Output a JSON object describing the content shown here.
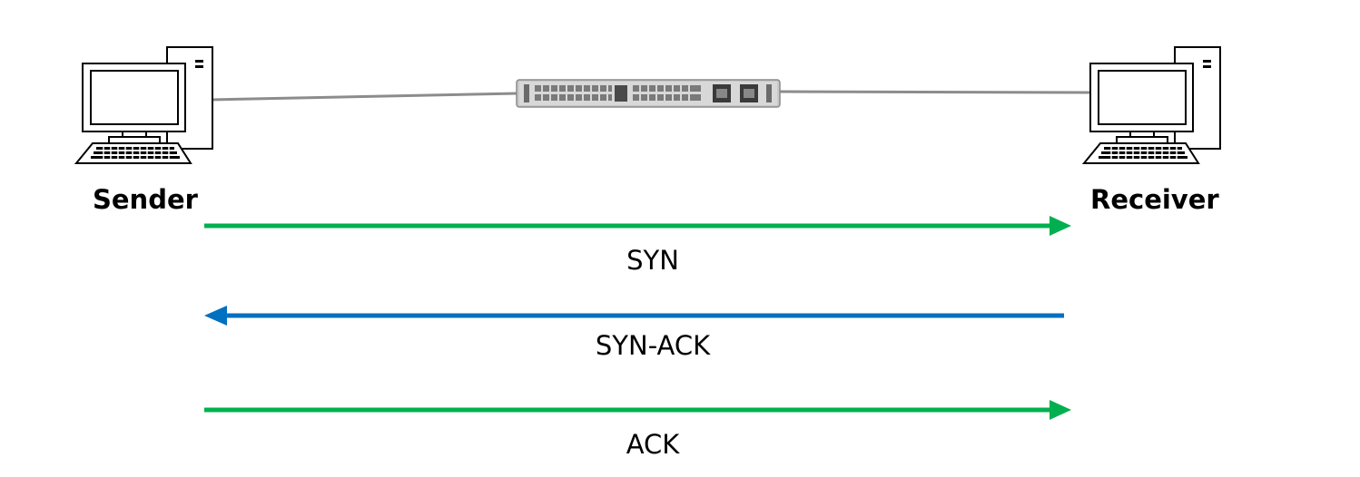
{
  "nodes": {
    "sender": {
      "label": "Sender",
      "icon": "desktop-computer-icon"
    },
    "receiver": {
      "label": "Receiver",
      "icon": "desktop-computer-icon"
    },
    "switch": {
      "icon": "network-switch-icon"
    }
  },
  "messages": [
    {
      "label": "SYN",
      "direction": "sender-to-receiver",
      "color": "#00b050"
    },
    {
      "label": "SYN-ACK",
      "direction": "receiver-to-sender",
      "color": "#0070c0"
    },
    {
      "label": "ACK",
      "direction": "sender-to-receiver",
      "color": "#00b050"
    }
  ],
  "colors": {
    "link": "#8c8c8c",
    "outline": "#000000"
  }
}
